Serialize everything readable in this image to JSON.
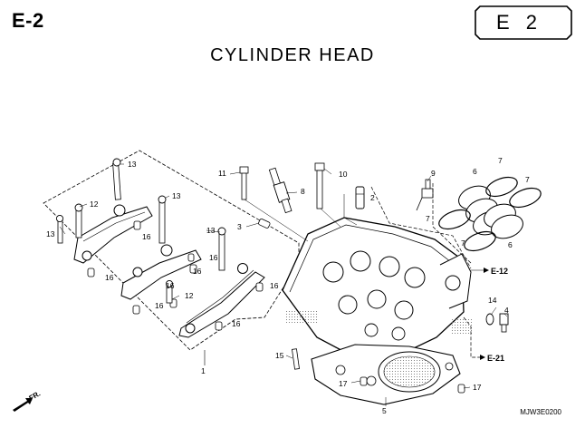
{
  "header": {
    "section_code": "E-2",
    "tab_code": "E 2",
    "title": "CYLINDER HEAD",
    "drawing_code": "MJW3E0200"
  },
  "direction_label": "FR.",
  "references": [
    "E-12",
    "E-21"
  ],
  "callouts": {
    "c1": "1",
    "c2": "2",
    "c3": "3",
    "c4": "4",
    "c5": "5",
    "c6a": "6",
    "c6b": "6",
    "c7a": "7",
    "c7b": "7",
    "c7c": "7",
    "c7d": "7",
    "c8": "8",
    "c9": "9",
    "c10": "10",
    "c11": "11",
    "c12a": "12",
    "c12b": "12",
    "c13a": "13",
    "c13b": "13",
    "c13c": "13",
    "c13d": "13",
    "c14": "14",
    "c15": "15",
    "c16a": "16",
    "c16b": "16",
    "c16c": "16",
    "c16d": "16",
    "c16e": "16",
    "c16f": "16",
    "c16g": "16",
    "c16h": "16",
    "c17a": "17",
    "c17b": "17"
  }
}
